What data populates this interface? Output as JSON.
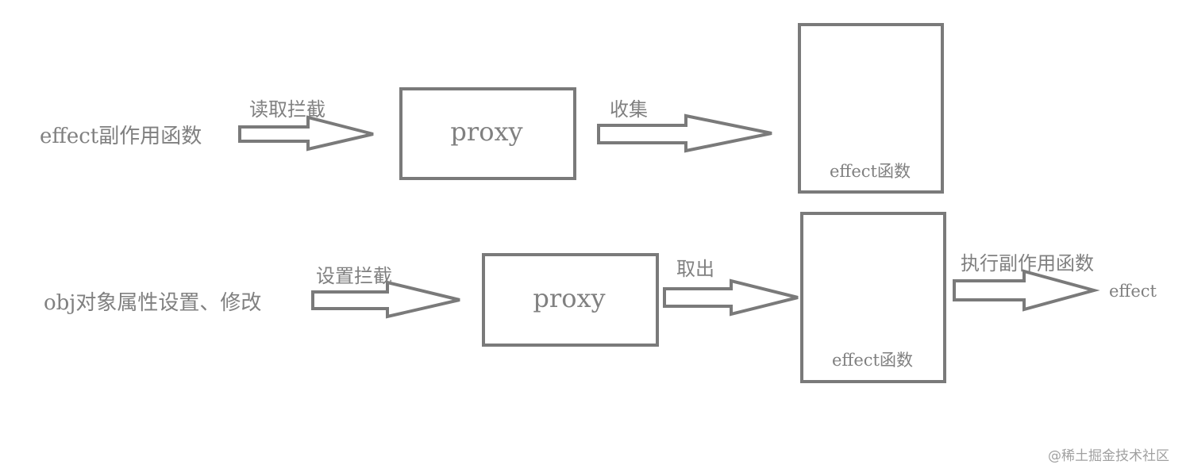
{
  "row1": {
    "source": "effect副作用函数",
    "intercept": "读取拦截",
    "proxy": "proxy",
    "collect": "收集",
    "store": "effect函数"
  },
  "row2": {
    "source": "obj对象属性设置、修改",
    "intercept": "设置拦截",
    "proxy": "proxy",
    "take_out": "取出",
    "store": "effect函数",
    "execute": "执行副作用函数",
    "result": "effect"
  },
  "watermark": "@稀土掘金技术社区",
  "colors": {
    "stroke": "#7a7a7a",
    "text": "#808080"
  }
}
